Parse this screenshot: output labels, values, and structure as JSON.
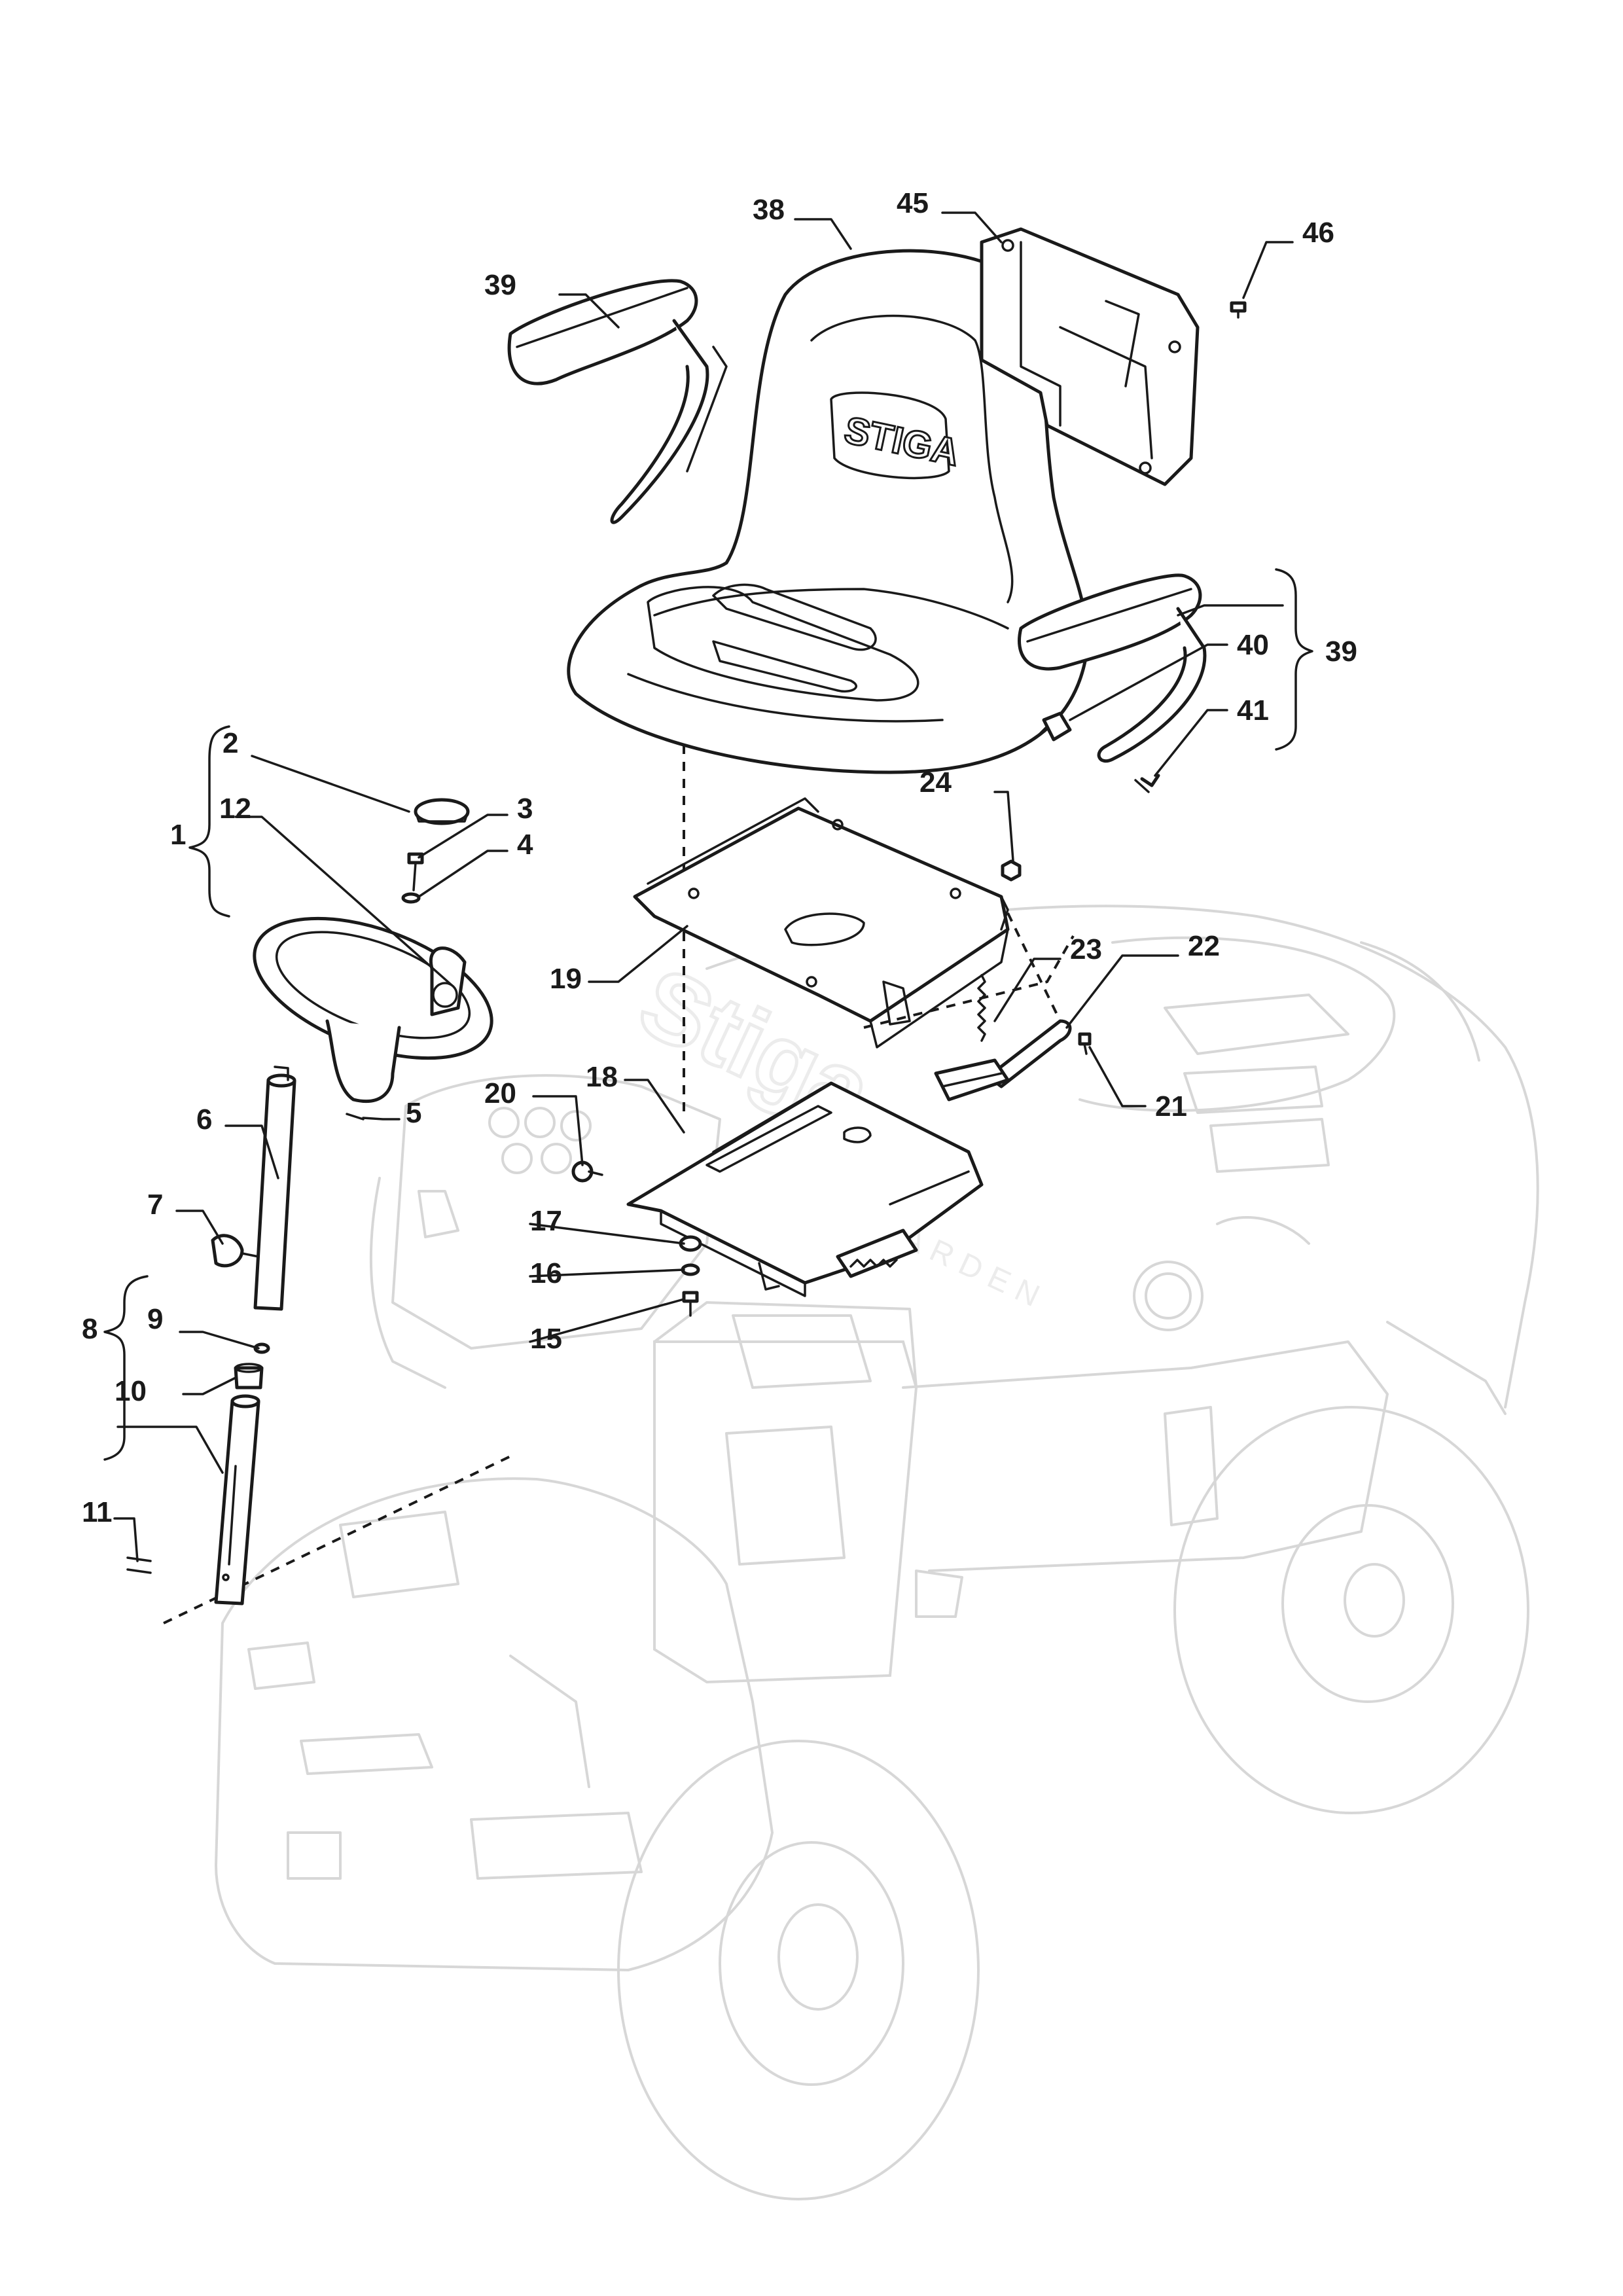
{
  "diagram": {
    "seat_logo": "STIGA",
    "watermark": {
      "main": "Stiga",
      "sub": "GARDEN"
    },
    "callouts": [
      {
        "id": "38",
        "label": "38"
      },
      {
        "id": "45",
        "label": "45"
      },
      {
        "id": "46",
        "label": "46"
      },
      {
        "id": "39a",
        "label": "39"
      },
      {
        "id": "39b",
        "label": "39"
      },
      {
        "id": "40",
        "label": "40"
      },
      {
        "id": "41",
        "label": "41"
      },
      {
        "id": "24",
        "label": "24"
      },
      {
        "id": "23",
        "label": "23"
      },
      {
        "id": "22",
        "label": "22"
      },
      {
        "id": "21",
        "label": "21"
      },
      {
        "id": "19",
        "label": "19"
      },
      {
        "id": "18",
        "label": "18"
      },
      {
        "id": "20",
        "label": "20"
      },
      {
        "id": "17",
        "label": "17"
      },
      {
        "id": "16",
        "label": "16"
      },
      {
        "id": "15",
        "label": "15"
      },
      {
        "id": "1",
        "label": "1"
      },
      {
        "id": "2",
        "label": "2"
      },
      {
        "id": "3",
        "label": "3"
      },
      {
        "id": "4",
        "label": "4"
      },
      {
        "id": "12",
        "label": "12"
      },
      {
        "id": "5",
        "label": "5"
      },
      {
        "id": "6",
        "label": "6"
      },
      {
        "id": "7",
        "label": "7"
      },
      {
        "id": "8",
        "label": "8"
      },
      {
        "id": "9",
        "label": "9"
      },
      {
        "id": "10",
        "label": "10"
      },
      {
        "id": "11",
        "label": "11"
      }
    ]
  }
}
